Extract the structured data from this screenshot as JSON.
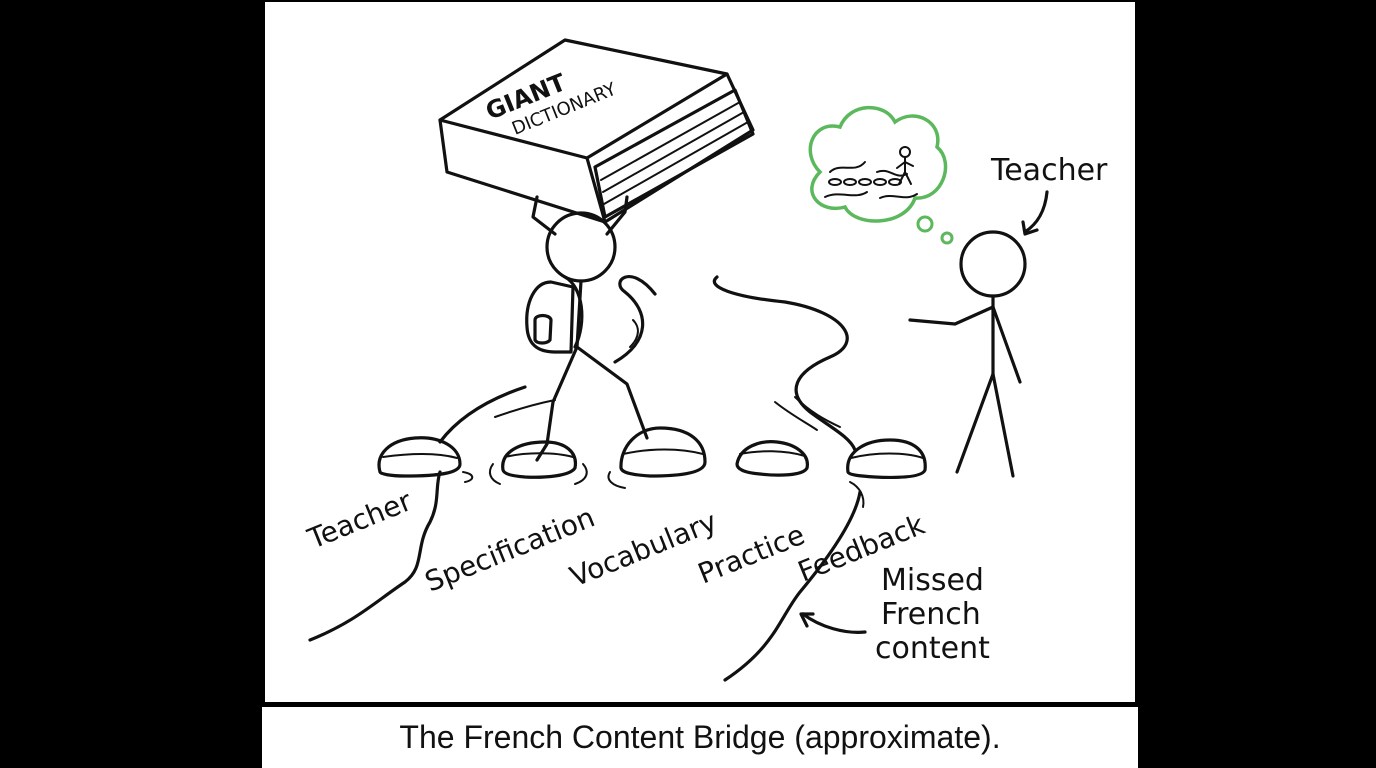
{
  "book": {
    "line1": "GIANT",
    "line2": "DICTIONARY"
  },
  "labels": {
    "teacher_figure": "Teacher",
    "missed_line1": "Missed",
    "missed_line2": "French",
    "missed_line3": "content"
  },
  "stones": [
    {
      "label": "Teacher"
    },
    {
      "label": "Specification"
    },
    {
      "label": "Vocabulary"
    },
    {
      "label": "Practice"
    },
    {
      "label": "Feedback"
    }
  ],
  "caption": "The French Content Bridge (approximate).",
  "colors": {
    "thought_bubble": "#5cb85c",
    "ink": "#111111",
    "background": "#000000"
  }
}
